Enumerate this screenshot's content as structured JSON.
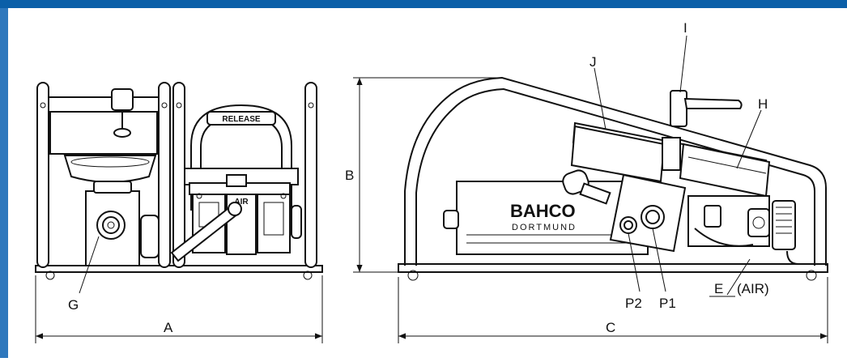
{
  "labels": {
    "A": "A",
    "B": "B",
    "C": "C",
    "E": "E",
    "E_note": "(AIR)",
    "G": "G",
    "H": "H",
    "I": "I",
    "J": "J",
    "P1": "P1",
    "P2": "P2"
  },
  "plate_text": {
    "release": "RELEASE",
    "air": "AIR",
    "brand": "BAHCO",
    "brand_sub": "DORTMUND"
  },
  "colors": {
    "header_bar": "#0b5fa8",
    "side_bar": "#2f78bd"
  }
}
